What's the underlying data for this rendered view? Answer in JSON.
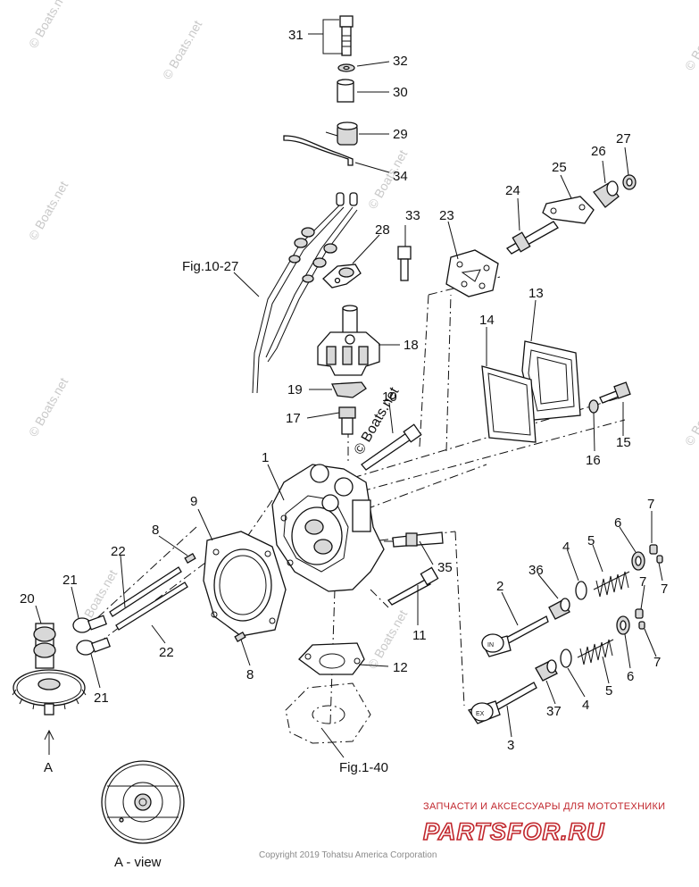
{
  "parts": [
    {
      "id": "p31",
      "label": "31"
    },
    {
      "id": "p32",
      "label": "32"
    },
    {
      "id": "p30",
      "label": "30"
    },
    {
      "id": "p29",
      "label": "29"
    },
    {
      "id": "p34",
      "label": "34"
    },
    {
      "id": "p33",
      "label": "33"
    },
    {
      "id": "p28",
      "label": "28"
    },
    {
      "id": "p23",
      "label": "23"
    },
    {
      "id": "p24",
      "label": "24"
    },
    {
      "id": "p25",
      "label": "25"
    },
    {
      "id": "p26",
      "label": "26"
    },
    {
      "id": "p27",
      "label": "27"
    },
    {
      "id": "p13",
      "label": "13"
    },
    {
      "id": "p14",
      "label": "14"
    },
    {
      "id": "p18",
      "label": "18"
    },
    {
      "id": "p19",
      "label": "19"
    },
    {
      "id": "p17",
      "label": "17"
    },
    {
      "id": "p10",
      "label": "10"
    },
    {
      "id": "p1",
      "label": "1"
    },
    {
      "id": "p9",
      "label": "9"
    },
    {
      "id": "p8a",
      "label": "8"
    },
    {
      "id": "p8b",
      "label": "8"
    },
    {
      "id": "p22a",
      "label": "22"
    },
    {
      "id": "p22b",
      "label": "22"
    },
    {
      "id": "p21a",
      "label": "21"
    },
    {
      "id": "p21b",
      "label": "21"
    },
    {
      "id": "p20",
      "label": "20"
    },
    {
      "id": "p15",
      "label": "15"
    },
    {
      "id": "p16",
      "label": "16"
    },
    {
      "id": "p7a",
      "label": "7"
    },
    {
      "id": "p7b",
      "label": "7"
    },
    {
      "id": "p7c",
      "label": "7"
    },
    {
      "id": "p7d",
      "label": "7"
    },
    {
      "id": "p6a",
      "label": "6"
    },
    {
      "id": "p6b",
      "label": "6"
    },
    {
      "id": "p5a",
      "label": "5"
    },
    {
      "id": "p5b",
      "label": "5"
    },
    {
      "id": "p4a",
      "label": "4"
    },
    {
      "id": "p4b",
      "label": "4"
    },
    {
      "id": "p36",
      "label": "36"
    },
    {
      "id": "p37",
      "label": "37"
    },
    {
      "id": "p2",
      "label": "2"
    },
    {
      "id": "p3",
      "label": "3"
    },
    {
      "id": "p35",
      "label": "35"
    },
    {
      "id": "p11",
      "label": "11"
    },
    {
      "id": "p12",
      "label": "12"
    }
  ],
  "references": {
    "fig_10_27": "Fig.10-27",
    "fig_1_40": "Fig.1-40",
    "view_arrow": "A",
    "view_caption": "A - view"
  },
  "valve_marks": {
    "intake": "IN",
    "exhaust": "EX"
  },
  "watermark": {
    "text": "© Boats.net",
    "center_stamp": "© Boats.net"
  },
  "branding": {
    "tagline": "ЗАПЧАСТИ И АКСЕССУАРЫ ДЛЯ МОТОТЕХНИКИ",
    "logo": "PARTSFOR.RU",
    "accent_color": "#c1272d"
  },
  "copyright": "Copyright 2019 Tohatsu America Corporation"
}
